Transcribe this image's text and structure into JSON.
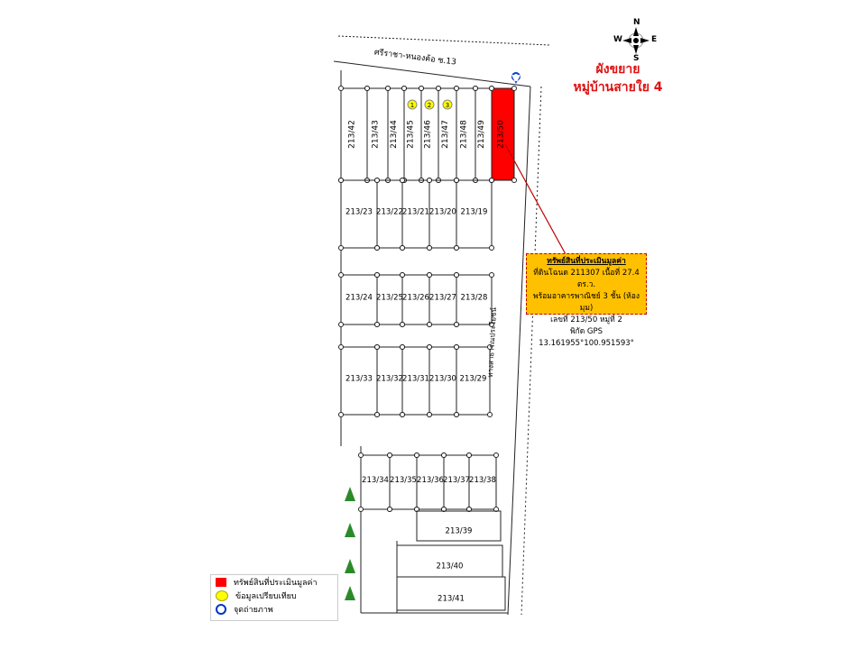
{
  "title": {
    "line1": "ผังขยาย",
    "line2": "หมู่บ้านสายใย 4"
  },
  "compass": {
    "n": "N",
    "s": "S",
    "e": "E",
    "w": "W"
  },
  "road_top": "ศรีราชา-หนองค้อ ซ.13",
  "road_right": "ทางสาธารณประโยชน์",
  "info_box": {
    "heading": "ทรัพย์สินที่ประเมินมูลค่า",
    "line1": "ที่ดินโฉนด 211307 เนื้อที่ 27.4 ตร.ว.",
    "line2": "พร้อมอาคารพาณิชย์ 3 ชั้น (ห้องมุม)",
    "line3": "เลขที่ 213/50 หมู่ที่ 2",
    "line4": "พิกัด GPS 13.161955°100.951593°"
  },
  "legend": [
    {
      "label": "ทรัพย์สินที่ประเมินมูลค่า",
      "color": "#ff0000"
    },
    {
      "label": "ข้อมูลเปรียบเทียบ",
      "color": "#ffff00"
    },
    {
      "label": "จุดถ่ายภาพ",
      "color": "#0033cc"
    }
  ],
  "comparables": [
    "1",
    "2",
    "3"
  ],
  "subject_plot": "213/50",
  "plots": {
    "row1": [
      "213/42",
      "213/43",
      "213/44",
      "213/45",
      "213/46",
      "213/47",
      "213/48",
      "213/49",
      "213/50"
    ],
    "row2": [
      "213/23",
      "213/22",
      "213/21",
      "213/20",
      "213/19"
    ],
    "row3": [
      "213/24",
      "213/25",
      "213/26",
      "213/27",
      "213/28"
    ],
    "row4": [
      "213/33",
      "213/32",
      "213/31",
      "213/30",
      "213/29"
    ],
    "row5": [
      "213/34",
      "213/35",
      "213/36",
      "213/37",
      "213/38"
    ],
    "row6": [
      "213/39",
      "213/40",
      "213/41"
    ]
  },
  "colors": {
    "subject": "#ff0000",
    "comparable": "#ffff00",
    "info_bg": "#ffc000",
    "title": "#e01010"
  }
}
